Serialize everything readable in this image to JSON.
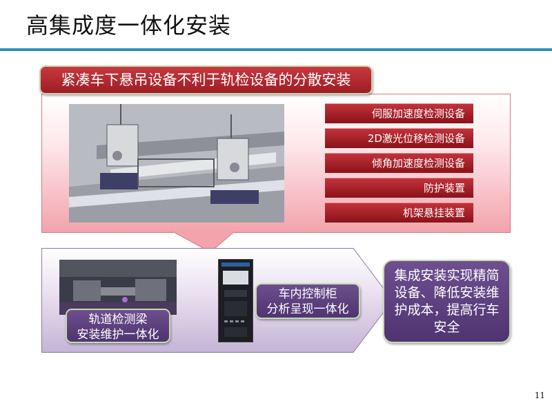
{
  "title": "高集成度一体化安装",
  "banner": "紧凑车下悬吊设备不利于轨检设备的分散安装",
  "features": [
    "伺服加速度检测设备",
    "2D激光位移检测设备",
    "倾角加速度检测设备",
    "防护装置",
    "机架悬挂装置"
  ],
  "track_beam": {
    "line1": "轨道检测梁",
    "line2": "安装维护一体化"
  },
  "cabinet_label": {
    "line1": "车内控制柜",
    "line2": "分析呈现一体化"
  },
  "result": "集成安装实现精简设备、降低安装维护成本，提高行车安全",
  "page_number": "11",
  "colors": {
    "accent_red": "#b3262d",
    "accent_purple": "#5e4280",
    "rule_blue": "#2b8bb8"
  }
}
